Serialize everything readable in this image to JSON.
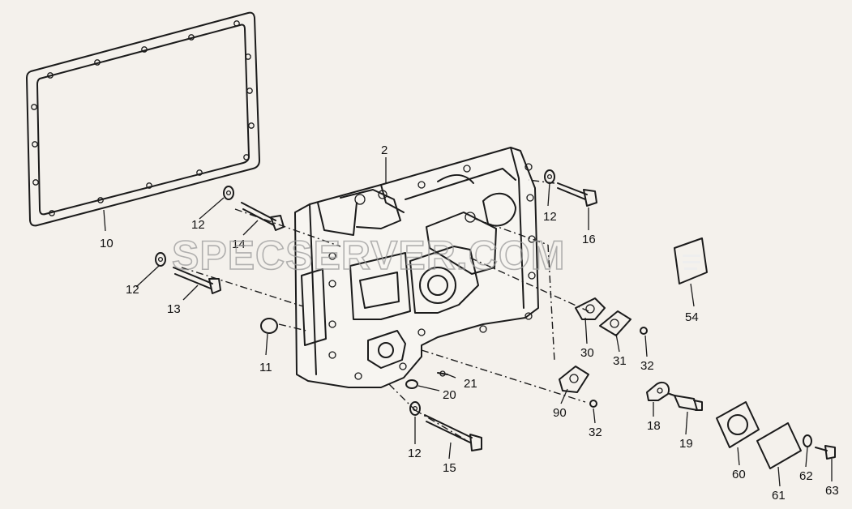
{
  "watermark": "SPECSERVER.COM",
  "callouts": [
    {
      "id": "c10",
      "text": "10"
    },
    {
      "id": "c2",
      "text": "2"
    },
    {
      "id": "c12a",
      "text": "12"
    },
    {
      "id": "c14",
      "text": "14"
    },
    {
      "id": "c12b",
      "text": "12"
    },
    {
      "id": "c13",
      "text": "13"
    },
    {
      "id": "c11",
      "text": "11"
    },
    {
      "id": "c12c",
      "text": "12"
    },
    {
      "id": "c16",
      "text": "16"
    },
    {
      "id": "c54",
      "text": "54"
    },
    {
      "id": "c30",
      "text": "30"
    },
    {
      "id": "c31",
      "text": "31"
    },
    {
      "id": "c32a",
      "text": "32"
    },
    {
      "id": "c21",
      "text": "21"
    },
    {
      "id": "c20",
      "text": "20"
    },
    {
      "id": "c90",
      "text": "90"
    },
    {
      "id": "c32b",
      "text": "32"
    },
    {
      "id": "c18",
      "text": "18"
    },
    {
      "id": "c19",
      "text": "19"
    },
    {
      "id": "c12d",
      "text": "12"
    },
    {
      "id": "c15",
      "text": "15"
    },
    {
      "id": "c60",
      "text": "60"
    },
    {
      "id": "c61",
      "text": "61"
    },
    {
      "id": "c62",
      "text": "62"
    },
    {
      "id": "c63",
      "text": "63"
    }
  ]
}
